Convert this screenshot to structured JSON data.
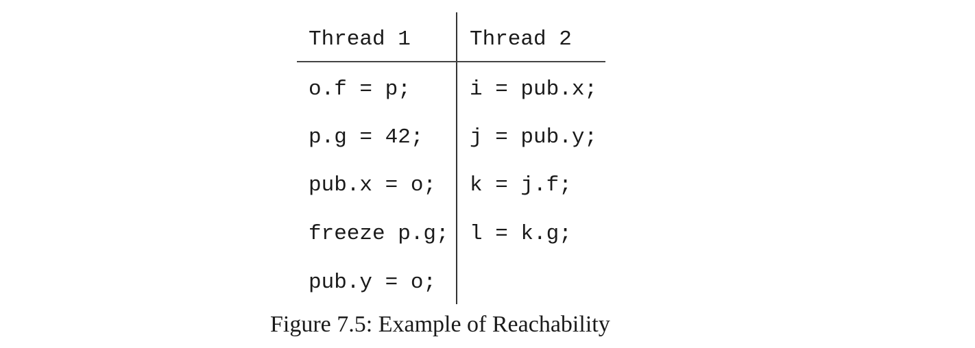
{
  "table": {
    "headers": [
      "Thread 1",
      "Thread 2"
    ],
    "rows": [
      [
        "o.f = p;",
        "i = pub.x;"
      ],
      [
        "p.g = 42;",
        "j = pub.y;"
      ],
      [
        "pub.x = o;",
        "k = j.f;"
      ],
      [
        "freeze p.g;",
        "l = k.g;"
      ],
      [
        "pub.y = o;",
        ""
      ]
    ]
  },
  "caption": "Figure 7.5: Example of Reachability"
}
